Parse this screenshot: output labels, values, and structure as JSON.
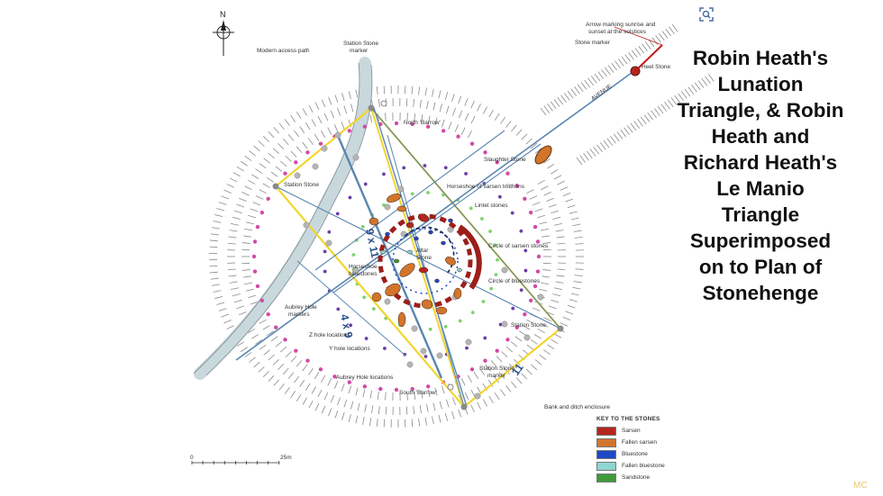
{
  "title_lines": [
    "Robin Heath's",
    "Lunation",
    "Triangle, & Robin",
    "Heath and",
    "Richard Heath's",
    "Le Manio",
    "Triangle",
    "Superimposed",
    "on to Plan of",
    "Stonehenge"
  ],
  "watermark": "MC",
  "compass_label": "N",
  "scale_labels": {
    "zero": "0",
    "end": "25m"
  },
  "triangle_labels": {
    "a": "4 x 9",
    "b": "9 x 11",
    "c": "11"
  },
  "plan_labels": {
    "arrow_note_1": "Arrow marking sunrise and",
    "arrow_note_2": "sunset at the solstices",
    "stone_marker": "Stone marker",
    "heel_stone": "Heel Stone",
    "avenue": "AVENUE",
    "station_stone_marker_top_1": "Station Stone",
    "station_stone_marker_top_2": "marker",
    "modern_access_path": "Modern access path",
    "north_barrow": "North 'Barrow'",
    "slaughter_stone": "Slaughter Stone",
    "station_stone_left": "Station Stone",
    "horseshoe_trilithons": "Horseshoe of sarsen trilithons",
    "lintel_stones": "Lintel stones",
    "circle_sarsen": "Circle of sarsen stones",
    "altar_stone_1": "Altar",
    "altar_stone_2": "Stone",
    "horseshoe_bluestones_1": "Horseshoe",
    "horseshoe_bluestones_2": "bluestones",
    "circle_bluestones": "Circle of bluestones",
    "aubrey_hole_markers_1": "Aubrey Hole",
    "aubrey_hole_markers_2": "markers",
    "station_stone_right": "Station Stone",
    "z_holes": "Z hole locations",
    "y_holes": "Y hole locations",
    "aubrey_hole_locations": "Aubrey Hole locations",
    "station_stone_marker_bottom_1": "Station Stone",
    "station_stone_marker_bottom_2": "marker",
    "south_barrow": "South 'Barrow'",
    "bank_ditch": "Bank and ditch enclosure"
  },
  "key": {
    "title": "KEY TO THE STONES",
    "items": [
      {
        "label": "Sarsen",
        "color": "#b5261e"
      },
      {
        "label": "Fallen sarsen",
        "color": "#d2752c"
      },
      {
        "label": "Bluestone",
        "color": "#1f48c7"
      },
      {
        "label": "Fallen bluestone",
        "color": "#8fd6d0"
      },
      {
        "label": "Sandstone",
        "color": "#3f9b3b"
      }
    ]
  },
  "colors": {
    "triangle_yellow": "#f2d52e",
    "triangle_blue": "#5b86b0",
    "path_grey": "#c9d8dc",
    "aubrey_pink": "#d14aa8",
    "y_hole_purple": "#6b3fa8",
    "z_hole_green": "#7cd46a"
  }
}
